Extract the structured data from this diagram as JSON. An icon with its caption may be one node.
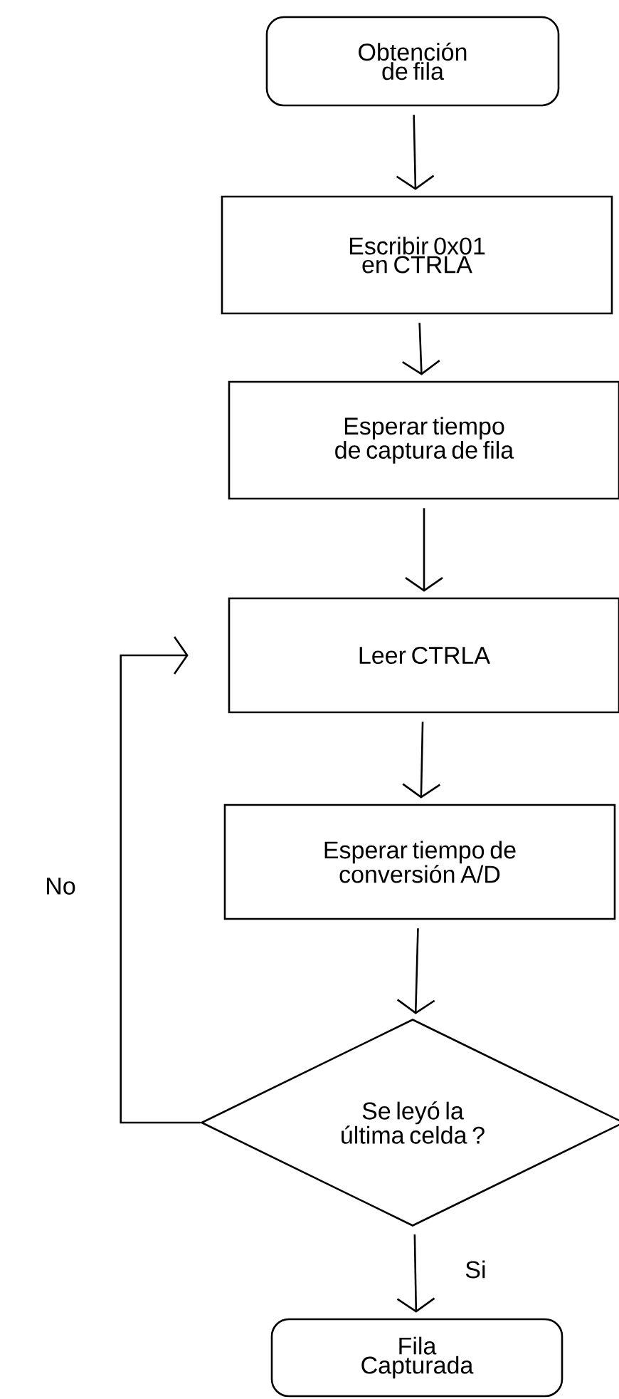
{
  "diagram": {
    "nodes": [
      {
        "text": [
          "Obtención de fila"
        ]
      },
      {
        "text": [
          "Escribir 0x01 en CTRLA"
        ]
      },
      {
        "text": [
          "Esperar tiempo de captura de fila"
        ]
      },
      {
        "text": [
          "Leer CTRLA"
        ]
      },
      {
        "text": [
          "Esperar tiempo de conversión A/D"
        ]
      },
      {
        "text": [
          "Se leyó la última celda ?"
        ]
      },
      {
        "text": [
          "Fila Capturada"
        ]
      }
    ],
    "edges": [
      {
        "from": 0,
        "to": 1,
        "arrow": "to"
      },
      {
        "from": 1,
        "to": 2,
        "arrow": "to"
      },
      {
        "from": 2,
        "to": 3,
        "arrow": "to"
      },
      {
        "from": 3,
        "to": 4,
        "arrow": "to"
      },
      {
        "from": 4,
        "to": 5,
        "arrow": "to"
      },
      {
        "from": 5,
        "to": 6,
        "arrow": "to",
        "label": "Si"
      },
      {
        "from": 5,
        "to": 3,
        "arrow": "to",
        "label": "No"
      }
    ]
  }
}
